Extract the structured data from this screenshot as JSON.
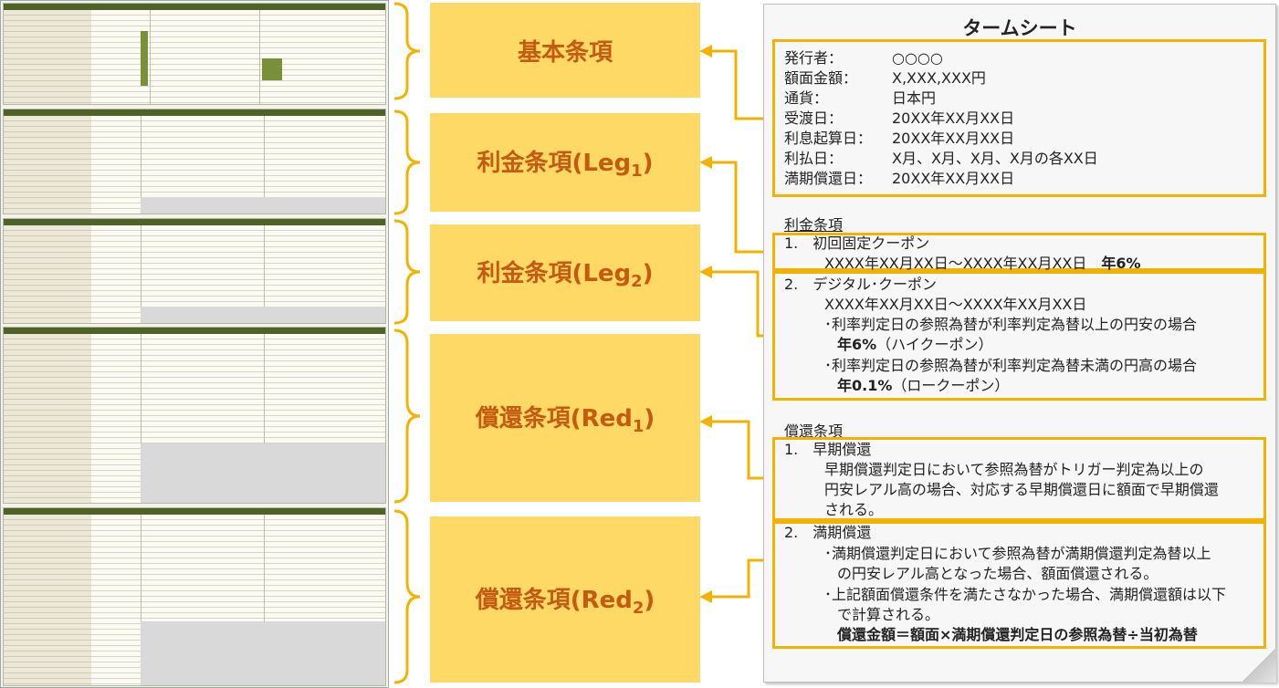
{
  "labels": {
    "basic": "基本条項",
    "leg1_main": "利金条項(Leg",
    "leg1_sub": "1",
    "leg1_end": ")",
    "leg2_main": "利金条項(Leg",
    "leg2_sub": "2",
    "leg2_end": ")",
    "red1_main": "償還条項(Red",
    "red1_sub": "1",
    "red1_end": ")",
    "red2_main": "償還条項(Red",
    "red2_sub": "2",
    "red2_end": ")"
  },
  "term_sheet": {
    "title": "タームシート",
    "basic": [
      {
        "k": "発行者：",
        "v": "○○○○"
      },
      {
        "k": "額面金額：",
        "v": "X,XXX,XXX円"
      },
      {
        "k": "通貨：",
        "v": "日本円"
      },
      {
        "k": "受渡日：",
        "v": "20XX年XX月XX日"
      },
      {
        "k": "利息起算日：",
        "v": "20XX年XX月XX日"
      },
      {
        "k": "利払日：",
        "v": "X月、X月、X月、X月の各XX日"
      },
      {
        "k": "満期償還日：",
        "v": "20XX年XX月XX日"
      }
    ],
    "interest_head": "利金条項",
    "coupon1": {
      "title": "1.　初回固定クーポン",
      "period": "XXXX年XX月XX日～XXXX年XX月XX日",
      "rate": "年6%"
    },
    "coupon2": {
      "title": "2.　デジタル･クーポン",
      "period": "XXXX年XX月XX日～XXXX年XX月XX日",
      "high_cond": "･利率判定日の参照為替が利率判定為替以上の円安の場合",
      "high_rate": "年6%",
      "high_note": "（ハイクーポン）",
      "low_cond": "･利率判定日の参照為替が利率判定為替未満の円高の場合",
      "low_rate": "年0.1%",
      "low_note": "（ロークーポン）"
    },
    "redemption_head": "償還条項",
    "red1": {
      "title": "1.　早期償還",
      "line1": "早期償還判定日において参照為替がトリガー判定為以上の",
      "line2": "円安レアル高の場合、対応する早期償還日に額面で早期償還",
      "line3": "される。"
    },
    "red2": {
      "title": "2.　満期償還",
      "line1": "･満期償還判定日において参照為替が満期償還判定為替以上",
      "line2": "の円安レアル高となった場合、額面償還される。",
      "line3": "･上記額面償還条件を満たさなかった場合、満期償還額は以下",
      "line4": "で計算される。",
      "formula": "償還金額＝額面×満期償還判定日の参照為替÷当初為替"
    }
  },
  "colors": {
    "callout_fill": "#ffd966",
    "callout_text": "#c55a11",
    "outline": "#f2b300",
    "sheet_header": "#4f6228"
  }
}
